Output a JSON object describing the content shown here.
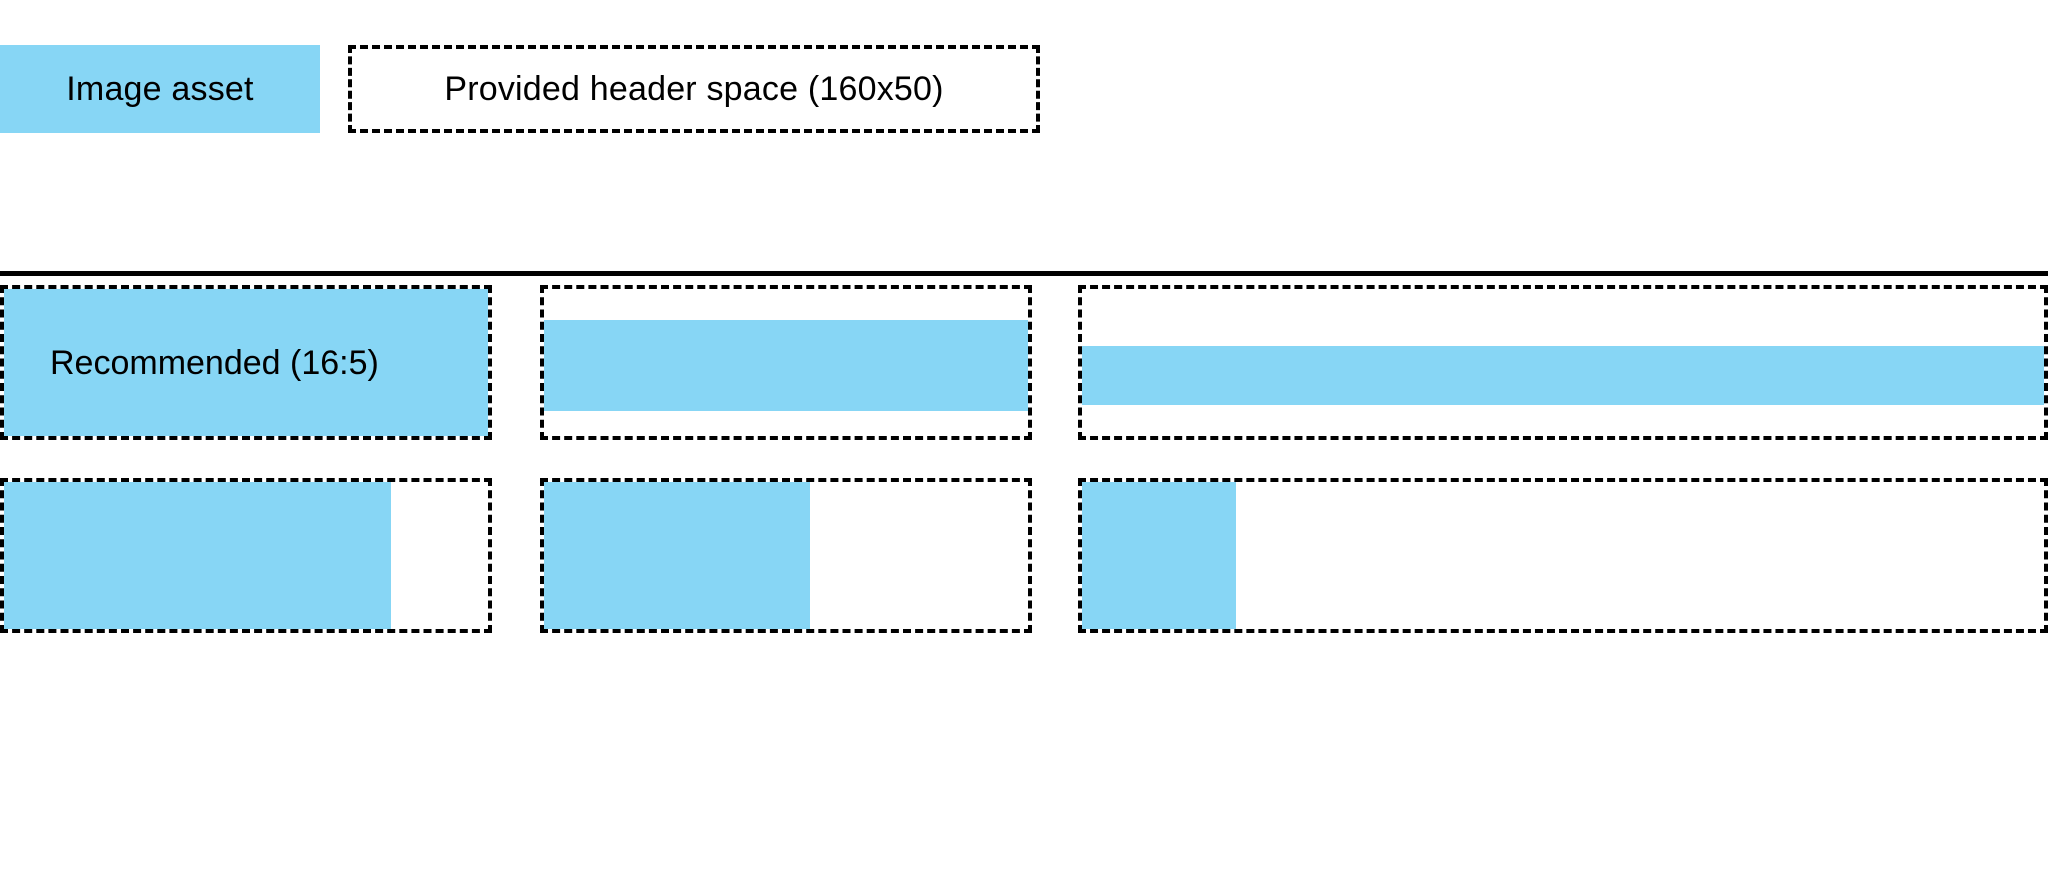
{
  "colors": {
    "asset_fill": "#87D6F5",
    "outline": "#000000",
    "background": "#ffffff"
  },
  "legend": {
    "swatch_label": "Image asset",
    "space_label": "Provided header space (160x50)",
    "swatch_icon": "filled-rectangle-icon",
    "space_icon": "dashed-rectangle-icon"
  },
  "divider": {
    "name": "horizontal-rule"
  },
  "grid": {
    "rows": [
      {
        "name": "row-recommended",
        "cells": [
          {
            "name": "cell-16-5",
            "label": "Recommended (16:5)",
            "fill": {
              "left_pct": 0,
              "top_pct": 0,
              "width_pct": 100,
              "height_pct": 100
            }
          },
          {
            "name": "cell-wide-inset",
            "label": "",
            "fill": {
              "left_pct": 0,
              "top_pct": 21,
              "width_pct": 100,
              "height_pct": 62
            }
          },
          {
            "name": "cell-ultrawide-band",
            "label": "",
            "fill": {
              "left_pct": 0,
              "top_pct": 39,
              "width_pct": 100,
              "height_pct": 40
            }
          }
        ]
      },
      {
        "name": "row-narrow",
        "cells": [
          {
            "name": "cell-partial-wide",
            "label": "",
            "fill": {
              "left_pct": 0,
              "top_pct": 0,
              "width_pct": 80,
              "height_pct": 100
            }
          },
          {
            "name": "cell-partial-medium",
            "label": "",
            "fill": {
              "left_pct": 0,
              "top_pct": 0,
              "width_pct": 55,
              "height_pct": 100
            }
          },
          {
            "name": "cell-partial-narrow",
            "label": "",
            "fill": {
              "left_pct": 0,
              "top_pct": 0,
              "width_pct": 16,
              "height_pct": 100
            }
          }
        ]
      }
    ]
  }
}
